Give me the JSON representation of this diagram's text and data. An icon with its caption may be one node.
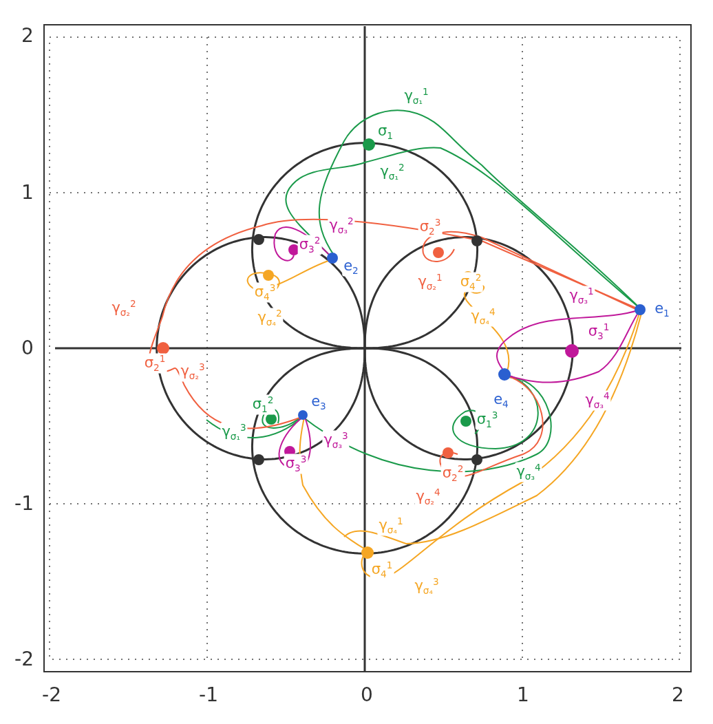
{
  "diagram": {
    "labels": [
      "2",
      "1",
      "0",
      "-1",
      "-2",
      "-2",
      "-1",
      "0",
      "1",
      "2",
      "γ$_{σ₁}$$^{1}$",
      "σ$_{1}$",
      "γ$_{σ₁}$$^{2}$",
      "σ$_{3}$$^{2}$",
      "γ$_{σ₃}$$^{2}$",
      "e$_{2}$",
      "σ$_{4}$$^{3}$",
      "γ$_{σ₄}$$^{2}$",
      "γ$_{σ₂}$$^{2}$",
      "σ$_{2}$$^{1}$",
      "γ$_{σ₂}$$^{3}$",
      "σ$_{2}$$^{3}$",
      "γ$_{σ₂}$$^{1}$",
      "σ$_{4}$$^{2}$",
      "γ$_{σ₄}$$^{4}$",
      "e$_{1}$",
      "γ$_{σ₃}$$^{1}$",
      "σ$_{3}$$^{1}$",
      "σ$_{1}$$^{2}$",
      "e$_{3}$",
      "e$_{4}$",
      "γ$_{σ₃}$$^{4}$",
      "γ$_{σ₁}$$^{3}$",
      "σ$_{3}$$^{3}$",
      "γ$_{σ₃}$$^{3}$",
      "σ$_{1}$$^{3}$",
      "σ$_{2}$$^{2}$",
      "γ$_{σ₂}$$^{4}$",
      "γ$_{σ₃}$$^{4}$",
      "γ$_{σ₄}$$^{1}$",
      "σ$_{4}$$^{1}$",
      "γ$_{σ₄}$$^{3}$"
    ]
  }
}
